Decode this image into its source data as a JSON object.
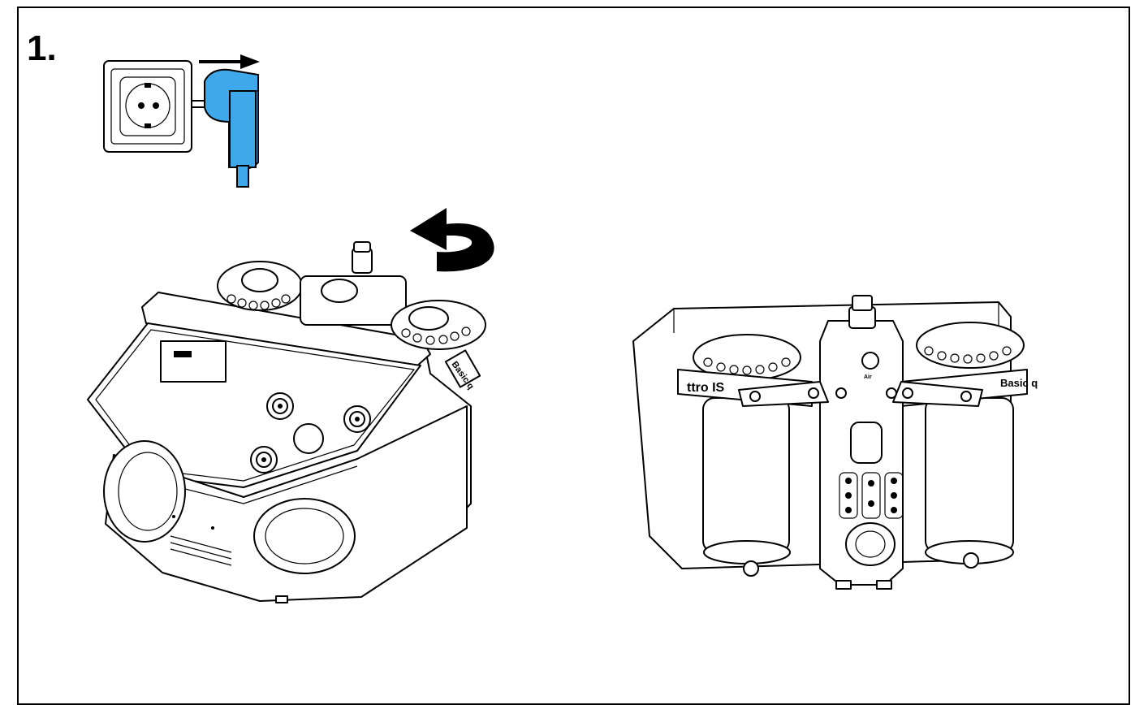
{
  "step": {
    "number": "1."
  },
  "device_front": {
    "panel_label": "Basic q"
  },
  "device_back": {
    "brand_label": "ttro IS",
    "side_label": "Basic q",
    "port_label": "Air"
  },
  "colors": {
    "plug_blue": "#3fa8ea",
    "line": "#000000",
    "background": "#ffffff"
  }
}
